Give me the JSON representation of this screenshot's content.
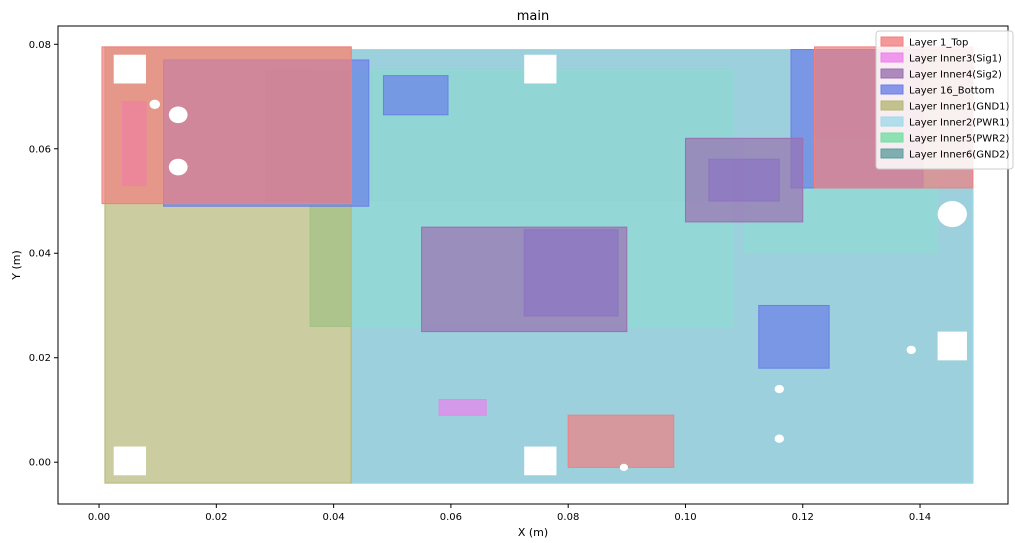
{
  "chart_data": {
    "type": "area",
    "title": "main",
    "xlabel": "X (m)",
    "ylabel": "Y (m)",
    "xlim": [
      -0.007,
      0.155
    ],
    "ylim": [
      -0.008,
      0.0835
    ],
    "xticks": [
      0.0,
      0.02,
      0.04,
      0.06,
      0.08,
      0.1,
      0.12,
      0.14
    ],
    "xtick_labels": [
      "0.00",
      "0.02",
      "0.04",
      "0.06",
      "0.08",
      "0.10",
      "0.12",
      "0.14"
    ],
    "yticks": [
      0.0,
      0.02,
      0.04,
      0.06,
      0.08
    ],
    "ytick_labels": [
      "0.00",
      "0.02",
      "0.04",
      "0.06",
      "0.08"
    ],
    "grid": false,
    "legend_position": "top-right",
    "series": [
      {
        "name": "Layer 1_Top",
        "color": "#f08080",
        "regions": [
          [
            0.0005,
            0.0495,
            0.043,
            0.0795
          ],
          [
            0.122,
            0.0525,
            0.149,
            0.0795
          ],
          [
            0.08,
            -0.001,
            0.098,
            0.009
          ]
        ]
      },
      {
        "name": "Layer Inner3(Sig1)",
        "color": "#ee82ee",
        "regions": [
          [
            0.004,
            0.053,
            0.008,
            0.069
          ],
          [
            0.058,
            0.009,
            0.066,
            0.012
          ]
        ]
      },
      {
        "name": "Layer Inner4(Sig2)",
        "color": "#9b6fb0",
        "regions": [
          [
            0.1,
            0.046,
            0.12,
            0.062
          ],
          [
            0.055,
            0.025,
            0.09,
            0.045
          ]
        ]
      },
      {
        "name": "Layer 16_Bottom",
        "color": "#6b7fe8",
        "regions": [
          [
            0.011,
            0.049,
            0.046,
            0.077
          ],
          [
            0.0485,
            0.0665,
            0.0595,
            0.074
          ],
          [
            0.0725,
            0.028,
            0.0885,
            0.0445
          ],
          [
            0.1125,
            0.018,
            0.1245,
            0.03
          ],
          [
            0.118,
            0.0525,
            0.1405,
            0.079
          ],
          [
            0.104,
            0.05,
            0.116,
            0.058
          ]
        ]
      },
      {
        "name": "Layer Inner1(GND1)",
        "color": "#b5b776",
        "regions": [
          [
            0.001,
            -0.004,
            0.043,
            0.0795
          ]
        ]
      },
      {
        "name": "Layer Inner2(PWR1)",
        "color": "#9fd9ea",
        "regions": [
          [
            0.043,
            -0.004,
            0.149,
            0.079
          ]
        ]
      },
      {
        "name": "Layer Inner5(PWR2)",
        "color": "#72dda3",
        "regions": [
          [
            0.036,
            0.026,
            0.108,
            0.075
          ],
          [
            0.11,
            0.04,
            0.143,
            0.062
          ]
        ]
      },
      {
        "name": "Layer Inner6(GND2)",
        "color": "#5f9ea0",
        "regions": [
          [
            0.043,
            -0.004,
            0.149,
            0.079
          ],
          [
            0.0285,
            0.05,
            0.108,
            0.075
          ]
        ]
      }
    ],
    "cutouts": [
      {
        "region": [
          0.0025,
          0.0725,
          0.008,
          0.078
        ]
      },
      {
        "region": [
          0.0725,
          0.0725,
          0.078,
          0.078
        ]
      },
      {
        "region": [
          0.0025,
          -0.0025,
          0.008,
          0.003
        ]
      },
      {
        "region": [
          0.0725,
          -0.0025,
          0.078,
          0.003
        ]
      },
      {
        "region": [
          0.143,
          0.0195,
          0.148,
          0.025
        ]
      }
    ],
    "holes": [
      {
        "center": [
          0.0135,
          0.0665
        ],
        "radius": 0.0016
      },
      {
        "center": [
          0.0135,
          0.0565
        ],
        "radius": 0.0016
      },
      {
        "center": [
          0.1455,
          0.0475
        ],
        "radius": 0.0025
      },
      {
        "center": [
          0.0095,
          0.0685
        ],
        "radius": 0.0009
      },
      {
        "center": [
          0.1385,
          0.0215
        ],
        "radius": 0.0008
      },
      {
        "center": [
          0.116,
          0.014
        ],
        "radius": 0.0008
      },
      {
        "center": [
          0.116,
          0.0045
        ],
        "radius": 0.0008
      },
      {
        "center": [
          0.0895,
          -0.001
        ],
        "radius": 0.0007
      }
    ]
  }
}
